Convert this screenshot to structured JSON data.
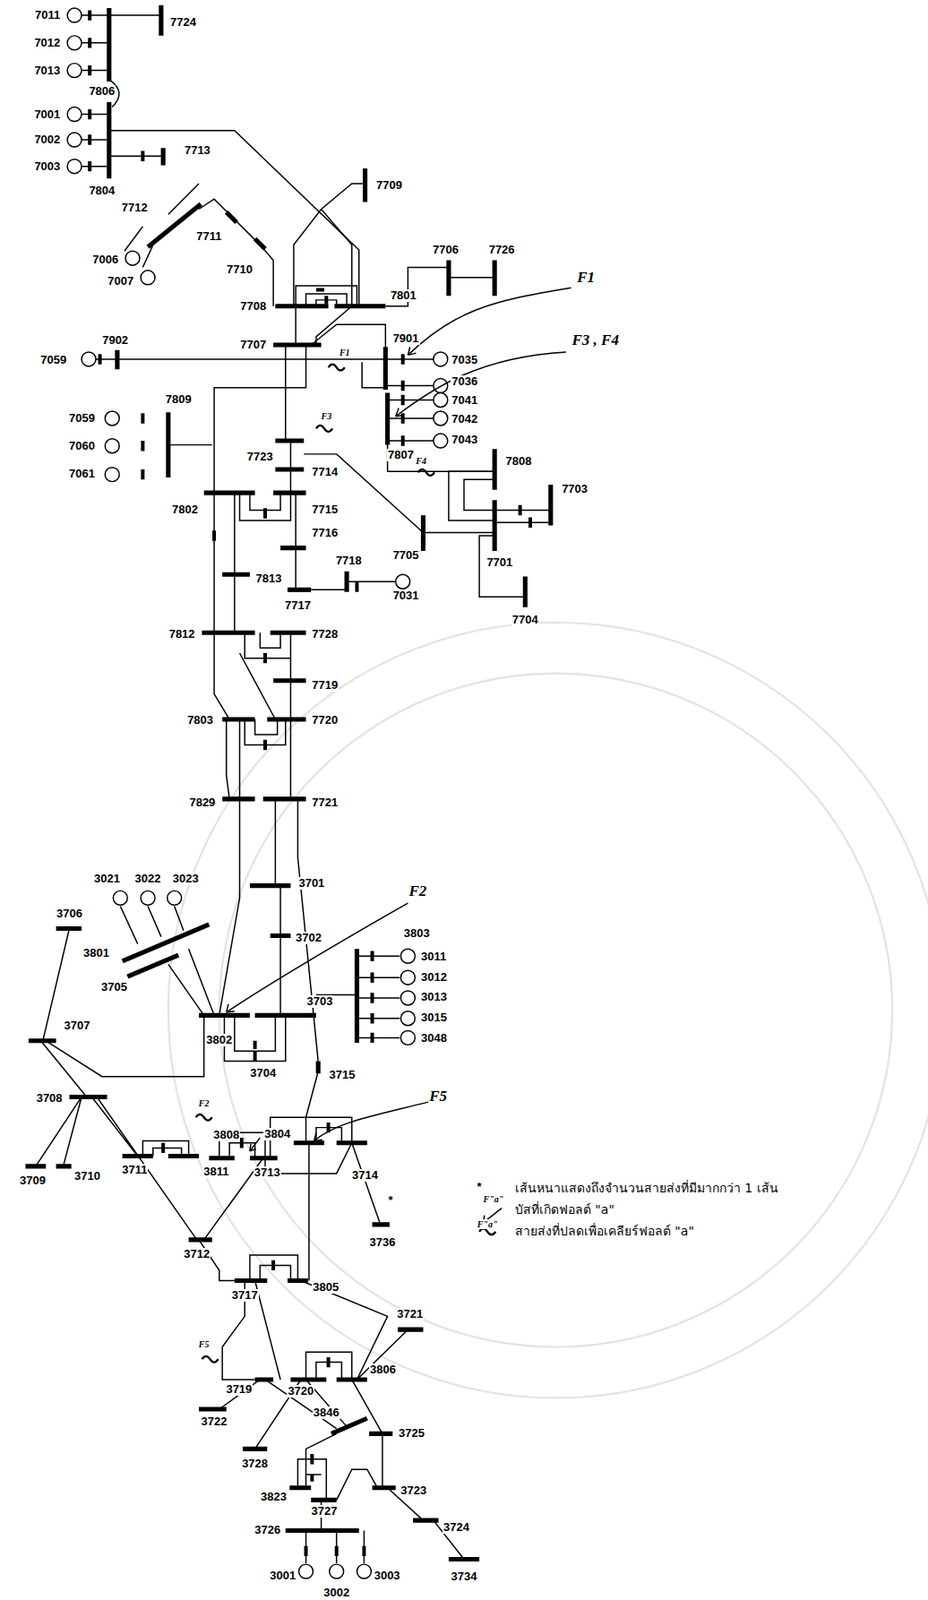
{
  "diagram": {
    "labels": [
      "7011",
      "7724",
      "7012",
      "7013",
      "7806",
      "7001",
      "7002",
      "7003",
      "7804",
      "7713",
      "7709",
      "7712",
      "7711",
      "7006",
      "7710",
      "7007",
      "7706",
      "7726",
      "F1",
      "7708",
      "7801",
      "F3 , F4",
      "7707",
      "7902",
      "7901",
      "F1",
      "7059",
      "7035",
      "7036",
      "7041",
      "F3",
      "7042",
      "7043",
      "7807",
      "F4",
      "7809",
      "7059",
      "7060",
      "7061",
      "7723",
      "7714",
      "7808",
      "7703",
      "7802",
      "7715",
      "7705",
      "7716",
      "7701",
      "7718",
      "7813",
      "7031",
      "7717",
      "7704",
      "7812",
      "7728",
      "7719",
      "7803",
      "7720",
      "7829",
      "7721",
      "3021",
      "3022",
      "3023",
      "3701",
      "F2",
      "3706",
      "3803",
      "3702",
      "3801",
      "3011",
      "3012",
      "3705",
      "3013",
      "3703",
      "3015",
      "3707",
      "3048",
      "3802",
      "3704",
      "3715",
      "F5",
      "3708",
      "F2",
      "3808",
      "3804",
      "3711",
      "3811",
      "3713",
      "3714",
      "3709",
      "3710",
      "*",
      "3736",
      "3712",
      "3717",
      "3805",
      "3721",
      "F5",
      "3806",
      "3719",
      "3720",
      "3722",
      "3846",
      "3725",
      "3728",
      "3823",
      "3723",
      "3727",
      "3726",
      "3724",
      "3734",
      "3001",
      "3003",
      "3002",
      "*",
      "F\"a\"",
      "F\"a\""
    ],
    "legend": [
      {
        "text": "เส้นหนาแสดงถึงจำนวนสายส่งที่มีมากกว่า 1 เส้น"
      },
      {
        "text": "บัสที่เกิดฟอลต์ \"a\""
      },
      {
        "text": "สายส่งที่ปลดเพื่อเคลียร์ฟอลต์ \"a\""
      }
    ]
  }
}
